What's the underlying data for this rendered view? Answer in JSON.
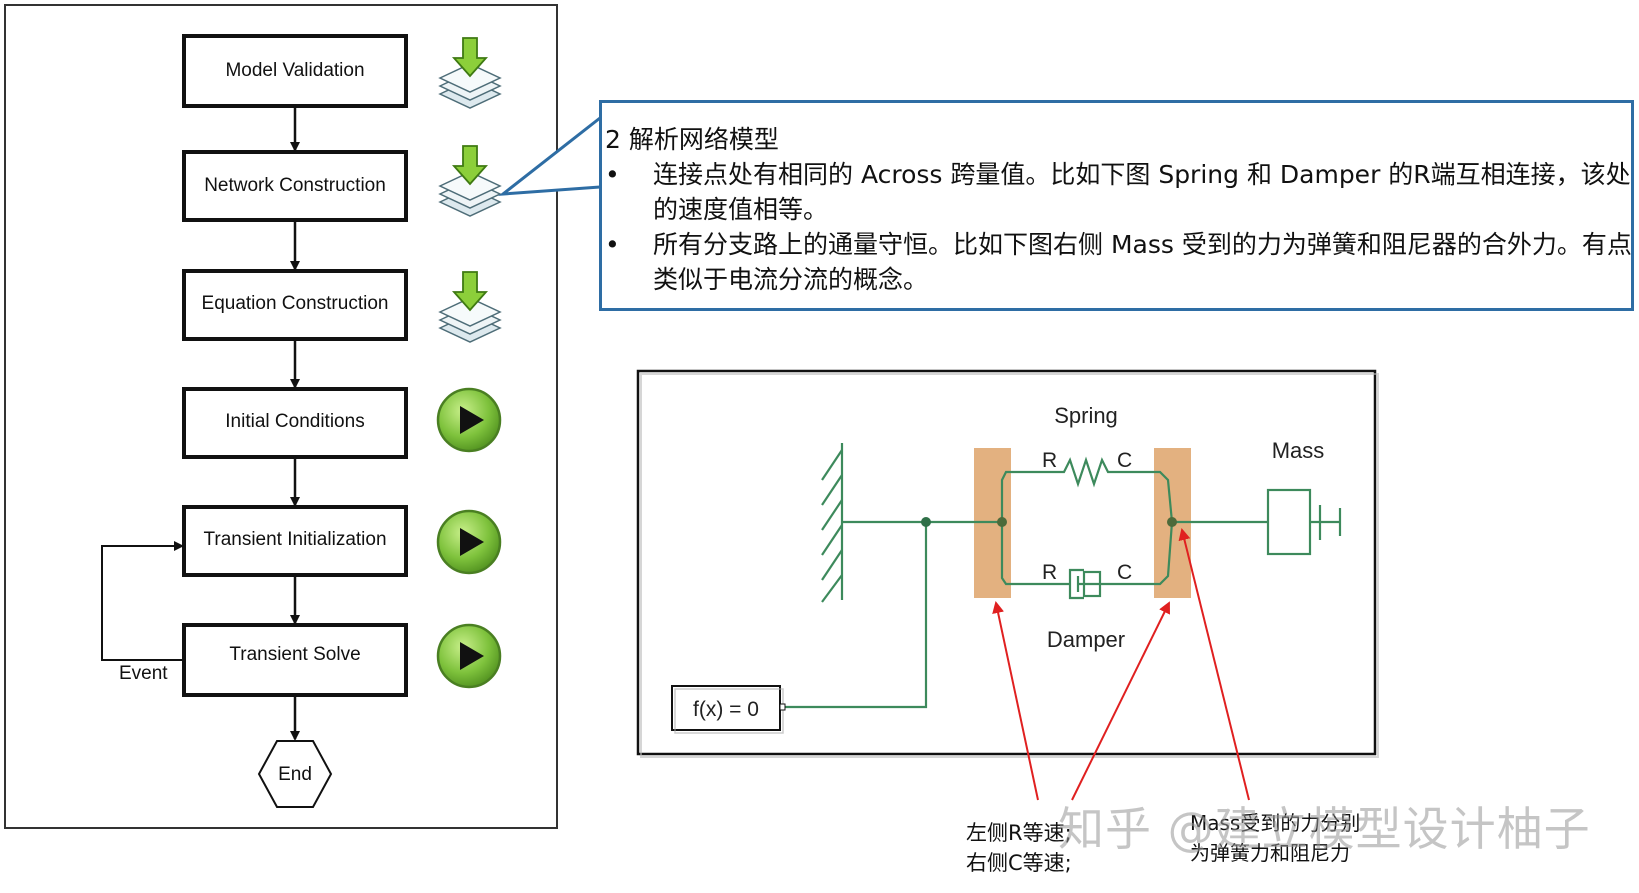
{
  "flow": {
    "steps": [
      {
        "label": "Model Validation",
        "icon": "layers-download-icon"
      },
      {
        "label": "Network Construction",
        "icon": "layers-download-icon"
      },
      {
        "label": "Equation Construction",
        "icon": "layers-download-icon"
      },
      {
        "label": "Initial Conditions",
        "icon": "play-icon"
      },
      {
        "label": "Transient Initialization",
        "icon": "play-icon"
      },
      {
        "label": "Transient Solve",
        "icon": "play-icon"
      }
    ],
    "event_label": "Event",
    "end_label": "End"
  },
  "note": {
    "title": "2 解析网络模型",
    "bullets": [
      "连接点处有相同的 Across 跨量值。比如下图 Spring 和 Damper 的R端互相连接，该处的速度值相等。",
      "所有分支路上的通量守恒。比如下图右侧 Mass 受到的力为弹簧和阻尼器的合外力。有点类似于电流分流的概念。"
    ],
    "bullet_char": "•"
  },
  "circuit": {
    "spring_label": "Spring",
    "damper_label": "Damper",
    "mass_label": "Mass",
    "port_r": "R",
    "port_c": "C",
    "solver_label": "f(x) = 0"
  },
  "annotations": {
    "left_line1": "左侧R等速;",
    "left_line2": "右侧C等速;",
    "right_line1": "Mass受到的力分别",
    "right_line2": "为弹簧力和阻尼力"
  },
  "watermark": "知乎 @建立模型设计柚子",
  "colors": {
    "frame": "#2e6da4",
    "wire": "#3d8a5c",
    "highlight": "#e0a872",
    "arrow_red": "#e02020",
    "play_green": "#7ec23c"
  }
}
